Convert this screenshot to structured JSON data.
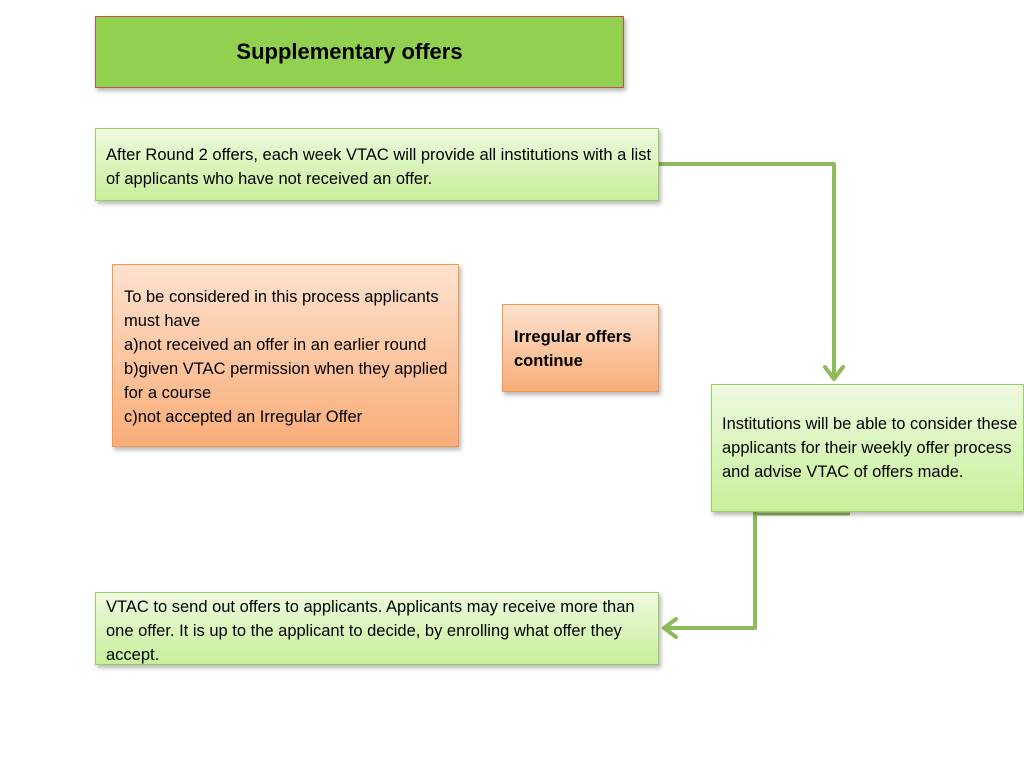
{
  "title": "Supplementary offers",
  "boxes": {
    "round2": {
      "lines": [
        "After Round 2 offers, each week VTAC will provide all institutions with a list",
        "of applicants who have not received an offer."
      ]
    },
    "criteria": {
      "lines": [
        "To be considered in this process applicants",
        "must have",
        "a)not received an offer in an earlier round",
        "b)given VTAC permission when they applied",
        "for a course",
        "c)not accepted an Irregular Offer"
      ]
    },
    "irregular": {
      "lines": [
        "Irregular offers",
        "continue"
      ]
    },
    "institutions": {
      "lines": [
        "Institutions will be able to consider these",
        "applicants for their weekly offer process",
        "and advise VTAC of offers made."
      ]
    },
    "send_offers": {
      "lines": [
        "VTAC to send out offers to applicants. Applicants may receive more than",
        "one offer.  It is up to the applicant to decide, by enrolling what offer they",
        "accept."
      ]
    }
  },
  "colors": {
    "title_fill": "#92d050",
    "green_box": "#dcf6bf",
    "orange_box": "#fbc49d",
    "connector": "#8dbb5a"
  }
}
